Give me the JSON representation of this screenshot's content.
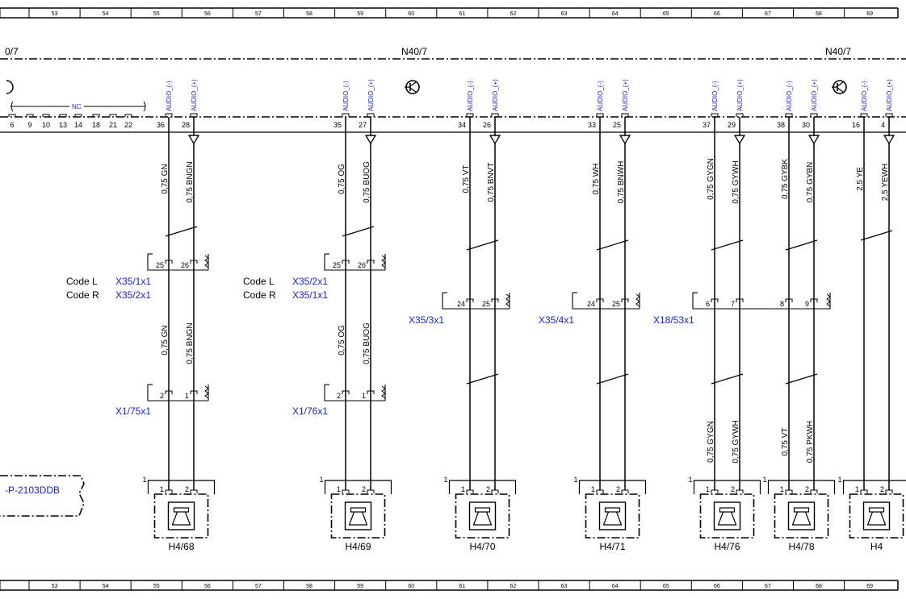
{
  "ruler": {
    "numbers": [
      "53",
      "54",
      "55",
      "56",
      "57",
      "58",
      "59",
      "60",
      "61",
      "62",
      "63",
      "64",
      "65",
      "66",
      "67",
      "68",
      "69"
    ]
  },
  "module": {
    "name": "N40/7",
    "left_label": "0/7",
    "nc_label": "NC",
    "left_pins": [
      "6",
      "9",
      "10",
      "13",
      "14",
      "18",
      "21",
      "22"
    ]
  },
  "signals": {
    "minus": "AUDIO_(-)",
    "plus": "AUDIO_(+)"
  },
  "speakers": [
    {
      "id": "H4/68",
      "pins": [
        "36",
        "28"
      ],
      "wires_top": [
        "0,75 GN",
        "0,75 BNGN"
      ],
      "wires_bottom": [
        "0,75 GN",
        "0,75 BNGN"
      ],
      "split_pins": [
        "25",
        "26"
      ],
      "bottom_conn": "X1/75x1",
      "conn_pins": [
        "2",
        "1"
      ]
    },
    {
      "id": "H4/69",
      "pins": [
        "35",
        "27"
      ],
      "wires_top": [
        "0,75 OG",
        "0,75 BUOG"
      ],
      "wires_bottom": [
        "0,75 OG",
        "0,75 BUOG"
      ],
      "split_pins": [
        "25",
        "26"
      ],
      "bottom_conn": "X1/76x1",
      "conn_pins": [
        "2",
        "1"
      ]
    },
    {
      "id": "H4/70",
      "pins": [
        "34",
        "26"
      ],
      "wires_top": [
        "0,75 VT",
        "0,75 BNVT"
      ],
      "mid_conn": "X35/3x1",
      "mid_pins": [
        "24",
        "25"
      ]
    },
    {
      "id": "H4/71",
      "pins": [
        "33",
        "25"
      ],
      "wires_top": [
        "0,75 WH",
        "0,75 BNWH"
      ],
      "mid_conn": "X35/4x1",
      "mid_pins": [
        "24",
        "25"
      ]
    },
    {
      "id": "H4/76",
      "pins": [
        "37",
        "29"
      ],
      "wires_top": [
        "0,75 GYGN",
        "0,75 GYWH"
      ],
      "wires_bottom": [
        "0,75 GYGN",
        "0,75 GYWH"
      ],
      "mid_pins": [
        "6",
        "7"
      ]
    },
    {
      "id": "H4/78",
      "pins": [
        "38",
        "30"
      ],
      "wires_top": [
        "0,75 GYBK",
        "0,75 GYBN"
      ],
      "wires_bottom": [
        "0,75 VT",
        "0,75 PKWH"
      ],
      "mid_pins": [
        "8",
        "9"
      ]
    },
    {
      "id": "H4",
      "pins": [
        "16",
        "4"
      ],
      "wires_top": [
        "2,5 YE",
        "2,5 YEWH"
      ]
    }
  ],
  "shared_mid_conn": "X18/53x1",
  "codes": [
    {
      "code_l": "Code L",
      "code_l_val": "X35/1x1",
      "code_r": "Code R",
      "code_r_val": "X35/2x1"
    },
    {
      "code_l": "Code L",
      "code_l_val": "X35/2x1",
      "code_r": "Code R",
      "code_r_val": "X35/1x1"
    }
  ],
  "left_module_label": "-P-2103DDB",
  "pin_labels": {
    "one": "1",
    "two": "2"
  },
  "colors": {
    "line": "#000000",
    "blue": "#1a24c8"
  }
}
